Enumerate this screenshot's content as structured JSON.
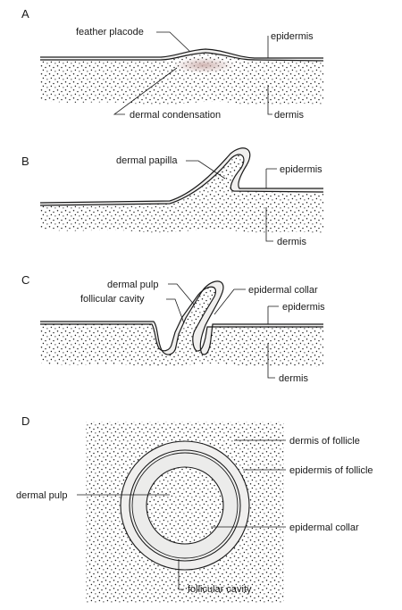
{
  "panels": {
    "a": {
      "letter": "A",
      "labels": {
        "feather_placode": "feather placode",
        "epidermis": "epidermis",
        "dermis": "dermis",
        "dermal_condensation": "dermal condensation"
      }
    },
    "b": {
      "letter": "B",
      "labels": {
        "dermal_papilla": "dermal papilla",
        "epidermis": "epidermis",
        "dermis": "dermis"
      }
    },
    "c": {
      "letter": "C",
      "labels": {
        "dermal_pulp": "dermal pulp",
        "follicular_cavity": "follicular cavity",
        "epidermal_collar": "epidermal collar",
        "epidermis": "epidermis",
        "dermis": "dermis"
      }
    },
    "d": {
      "letter": "D",
      "labels": {
        "dermis_of_follicle": "dermis of follicle",
        "epidermis_of_follicle": "epidermis of follicle",
        "dermal_pulp": "dermal pulp",
        "epidermal_collar": "epidermal collar",
        "follicular_cavity": "follicular cavity"
      }
    }
  },
  "colors": {
    "ink": "#1a1a1a",
    "epidermis_fill": "#f0efee",
    "condensation_tint": "#c9a9a6"
  }
}
